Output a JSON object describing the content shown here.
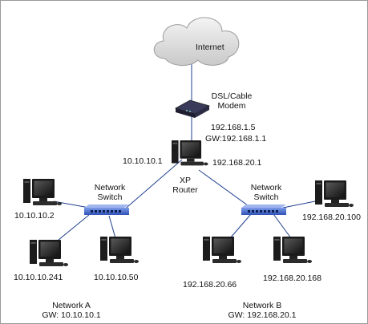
{
  "diagram": {
    "internet": "Internet",
    "modem": {
      "line1": "DSL/Cable",
      "line2": "Modem"
    },
    "wan": {
      "ip": "192.168.1.5",
      "gateway": "GW:192.168.1.1"
    },
    "router": {
      "line1": "XP",
      "line2": "Router",
      "ip_a": "10.10.10.1",
      "ip_b": "192.168.20.1"
    },
    "switch_a": {
      "line1": "Network",
      "line2": "Switch"
    },
    "switch_b": {
      "line1": "Network",
      "line2": "Switch"
    },
    "network_a": {
      "name": "Network A",
      "gateway": "GW: 10.10.10.1",
      "hosts": [
        "10.10.10.2",
        "10.10.10.241",
        "10.10.10.50"
      ]
    },
    "network_b": {
      "name": "Network B",
      "gateway": "GW: 192.168.20.1",
      "hosts": [
        "192.168.20.100",
        "192.168.20.66",
        "192.168.20.168"
      ]
    },
    "colors": {
      "link": "#1f3f8f",
      "switch_body": "#4a6fd0",
      "monitor": "#2a2a2a",
      "cloud": "#d8d8d8"
    }
  }
}
